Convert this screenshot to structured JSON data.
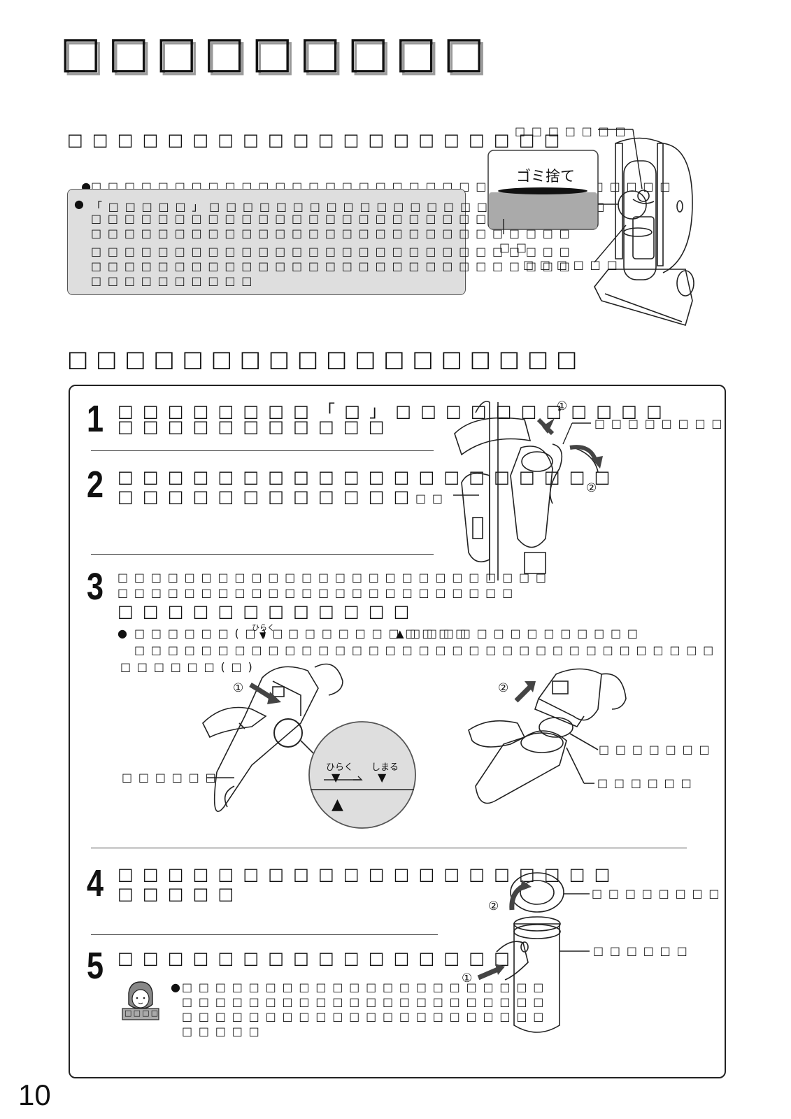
{
  "page_title": "□□□□□□□□□",
  "section1": {
    "heading": "□□□□□□□□□□□□□□□□□□□□",
    "bullet": "□□□□□□□□□□□□□□□□□□□□□□□□□□□□□□□□□□□",
    "note_lines": [
      "「□□□□□」□□□□□□□□□□□□□□□□□□□□□□□□",
      "□□□□□□□□□□□□□□□□□□□□□□□□□□□□□",
      "□□□□□□□□□□□□□□□□□□□□□□□□□□□□□",
      "□□□□□□□□□□□□□□□□□□□□□□□□□□□□□",
      "□□□□□□□□□□□□□□□□□□□□□□□□□□□□□",
      "□□□□□□□□□□"
    ],
    "figure": {
      "label_top": "□□□□□□□",
      "inset_text": "ゴミ捨て",
      "label_left": "□□",
      "label_bottom": "□□□□□□"
    }
  },
  "section2": {
    "heading": "□□□□□□□□□□□□□□□□□□",
    "steps": [
      {
        "number": "1",
        "lines": [
          "□□□□□□□□「□」□□□□□□□□□□□",
          "□□□□□□□□□□□"
        ]
      },
      {
        "number": "2",
        "lines": [
          "□□□□□□□□□□□□□□□□□□□□",
          "□□□□□□□□□□□□"
        ]
      },
      {
        "number": "3",
        "lines": [
          "□□□□□□□□□□□□□□□□□□□□□□□□□□",
          "□□□□□□□□□□□□□□□□□□□□□□□□",
          "□□□□□□□□□□□□"
        ]
      },
      {
        "number": "4",
        "lines": [
          "□□□□□□□□□□□□□□□□□□□□",
          "□□□□□"
        ]
      },
      {
        "number": "5",
        "lines": [
          "□□□□□□□□□□□□□□□□"
        ]
      }
    ],
    "step3_bullet_parts": [
      "□□□□□□(□)□",
      "□□□□□□□□□□□",
      "□□□□□□□□□□□□□□"
    ],
    "step3_bullet_line2": "□□□□□□□□□□□□□□□□□□□□□□□□□□□□□□□□□□□",
    "ruby_hiraku": "ひらく",
    "dial_hiraku": "ひらく",
    "dial_shimaru": "しまる",
    "fig1": {
      "circle1": "①",
      "circle2": "②",
      "label_right": "□□□□□□□□",
      "label_left": "□□"
    },
    "fig3": {
      "label_top": "□□□□□□(□)",
      "label_left": "□□□□□□",
      "circle1": "①",
      "circle2": "②",
      "label_right1": "□□□□□□□",
      "label_right2": "□□□□□□"
    },
    "fig4": {
      "circle2": "②",
      "circle1": "①",
      "label_right1": "□□□□□□□□",
      "label_right2": "□□□□□□"
    },
    "step5_note_lines": [
      "□□□□□□□□□□□□□□□□□□□□□□",
      "□□□□□□□□□□□□□□□□□□□□□□",
      "□□□□□□□□□□□□□□□□□□□□□□",
      "□□□□□"
    ],
    "mascot_label": "□□□□"
  },
  "page_number": "10",
  "colors": {
    "gray_fill": "#dedede",
    "dark_gray": "#aaaaaa",
    "frame": "#222222"
  }
}
